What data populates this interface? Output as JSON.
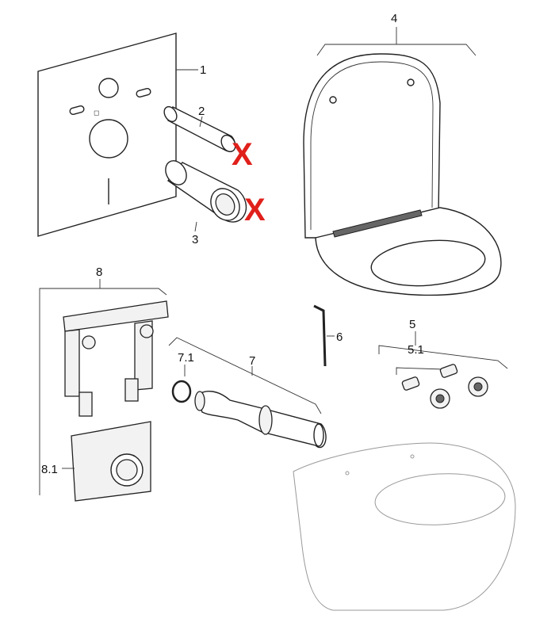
{
  "labels": {
    "l1": "1",
    "l2": "2",
    "l3": "3",
    "l4": "4",
    "l5": "5",
    "l51": "5.1",
    "l6": "6",
    "l7": "7",
    "l71": "7.1",
    "l8": "8",
    "l81": "8.1"
  },
  "marks": {
    "x2": "X",
    "x3": "X"
  },
  "colors": {
    "excluded_mark": "#e0201b"
  }
}
